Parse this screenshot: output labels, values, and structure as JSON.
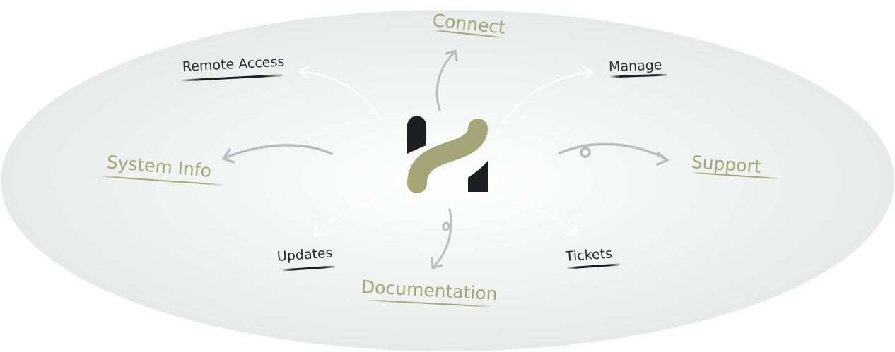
{
  "diagram": {
    "center": {
      "logo_icon": "h-logo-icon"
    },
    "nodes": [
      {
        "id": "connect",
        "label": "Connect",
        "style": "primary"
      },
      {
        "id": "remote-access",
        "label": "Remote Access",
        "style": "secondary"
      },
      {
        "id": "manage",
        "label": "Manage",
        "style": "secondary"
      },
      {
        "id": "system-info",
        "label": "System Info",
        "style": "primary"
      },
      {
        "id": "support",
        "label": "Support",
        "style": "primary"
      },
      {
        "id": "updates",
        "label": "Updates",
        "style": "secondary"
      },
      {
        "id": "documentation",
        "label": "Documentation",
        "style": "primary"
      },
      {
        "id": "tickets",
        "label": "Tickets",
        "style": "secondary"
      }
    ]
  },
  "colors": {
    "primary_label": "#a5a677",
    "secondary_label": "#2a2b2d",
    "logo_green": "#a5a677",
    "logo_dark": "#1e1f22",
    "arrow": "#b9bdbd",
    "ellipse_center": "#ffffff",
    "ellipse_edge": "#e8eaea"
  }
}
